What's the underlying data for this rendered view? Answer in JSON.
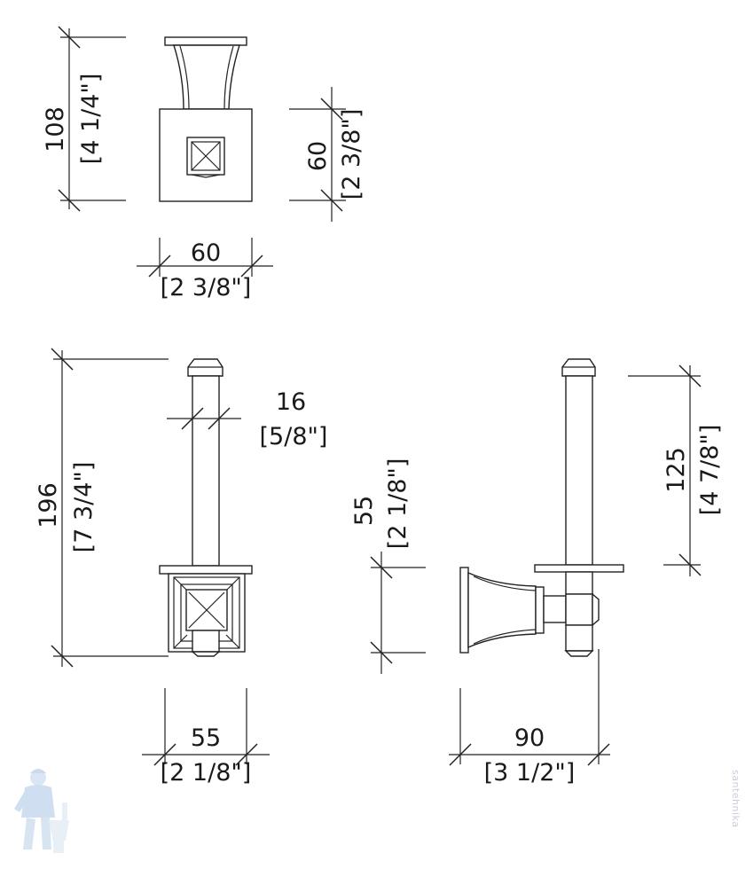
{
  "top_view": {
    "height": {
      "mm": "108",
      "in": "[4 1/4\"]"
    },
    "side": {
      "mm": "60",
      "in": "[2 3/8\"]"
    },
    "width": {
      "mm": "60",
      "in": "[2 3/8\"]"
    }
  },
  "front_view": {
    "height": {
      "mm": "196",
      "in": "[7 3/4\"]"
    },
    "rod": {
      "mm": "16",
      "in": "[5/8\"]"
    },
    "width": {
      "mm": "55",
      "in": "[2 1/8\"]"
    }
  },
  "side_view": {
    "plate": {
      "mm": "55",
      "in": "[2 1/8\"]"
    },
    "rod": {
      "mm": "125",
      "in": "[4 7/8\"]"
    },
    "depth": {
      "mm": "90",
      "in": "[3 1/2\"]"
    }
  },
  "watermark": {
    "text": "santehnika",
    "icon": "plumber-mascot-icon"
  }
}
